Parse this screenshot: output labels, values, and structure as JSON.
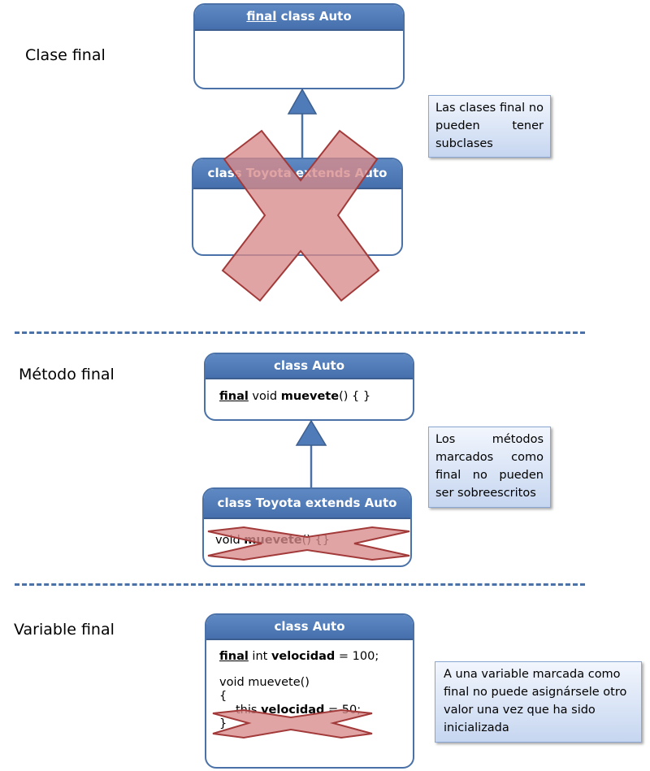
{
  "sections": {
    "class_final": {
      "title": "Clase final",
      "parent": {
        "kw": "final",
        "name": " class Auto"
      },
      "child": {
        "name": "class Toyota extends Auto"
      },
      "note": "Las clases final no pueden tener subclases"
    },
    "method_final": {
      "title": "Método final",
      "parent": {
        "name": "class Auto",
        "line": {
          "kw": "final",
          "mid": " void ",
          "method": "muevete",
          "tail": "() { }"
        }
      },
      "child": {
        "name": "class Toyota extends Auto",
        "line": {
          "pre": "void ",
          "method": "muevete",
          "tail": "() {}"
        }
      },
      "note": "Los métodos marcados como final no pueden ser sobreescritos"
    },
    "variable_final": {
      "title": "Variable final",
      "box": {
        "name": "class Auto",
        "decl": {
          "kw": "final",
          "mid": " int ",
          "var": "velocidad",
          "tail": " = 100;"
        },
        "method_sig": "void muevete()",
        "open_brace": "{",
        "assign": {
          "pre": "this.",
          "var": "velocidad",
          "tail": " = 50;"
        },
        "close_brace": "}"
      },
      "note": "A una variable marcada como final no puede asignársele otro valor una vez que ha sido inicializada"
    }
  },
  "colors": {
    "uml_border": "#4a72a8",
    "uml_header": "#4f7bb8",
    "cross_fill": "#d98a8a",
    "cross_stroke": "#a33a3a",
    "note_fill": "#d6e2f5"
  }
}
